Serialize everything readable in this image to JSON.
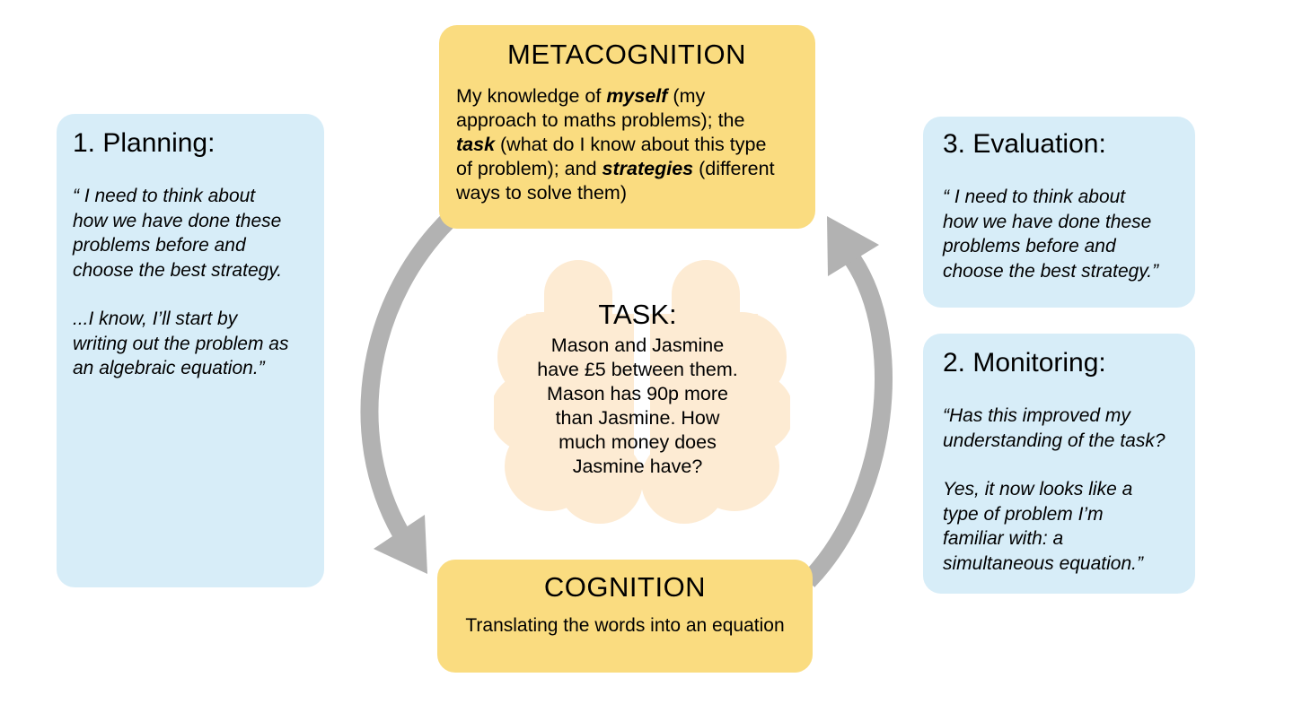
{
  "colors": {
    "background": "#ffffff",
    "yellow": "#fadc80",
    "blue": "#d7edf8",
    "brain": "#fdebd3",
    "arrow": "#b2b2b2",
    "text": "#000000"
  },
  "center": {
    "metacognition": {
      "title": "METACOGNITION",
      "body_segments": [
        {
          "t": "My knowledge of "
        },
        {
          "t": "myself",
          "b": true
        },
        {
          "t": " (my\napproach to maths problems); the\n"
        },
        {
          "t": "task",
          "b": true
        },
        {
          "t": " (what do I know about this type\nof problem); and "
        },
        {
          "t": "strategies",
          "b": true
        },
        {
          "t": " (different\nways to solve them)"
        }
      ]
    },
    "task": {
      "title": "TASK:",
      "body": "Mason and Jasmine\nhave £5 between them.\nMason has 90p more\nthan Jasmine. How\nmuch money does\nJasmine have?"
    },
    "cognition": {
      "title": "COGNITION",
      "body": "Translating the words into an equation"
    }
  },
  "stages": {
    "planning": {
      "title": "1. Planning:",
      "quote1": "“ I need to think about\nhow we have done these\nproblems before and\nchoose the best strategy.",
      "quote2": "...I know, I’ll start by\nwriting out the problem as\nan algebraic equation.”"
    },
    "evaluation": {
      "title": "3. Evaluation:",
      "quote1": "“ I need to think about\nhow we have done these\nproblems before and\nchoose the best strategy.”"
    },
    "monitoring": {
      "title": "2. Monitoring:",
      "quote1": "“Has this improved my\nunderstanding of the task?",
      "quote2": "Yes, it now looks like a\ntype of problem I’m\nfamiliar with: a\nsimultaneous equation.”"
    }
  }
}
